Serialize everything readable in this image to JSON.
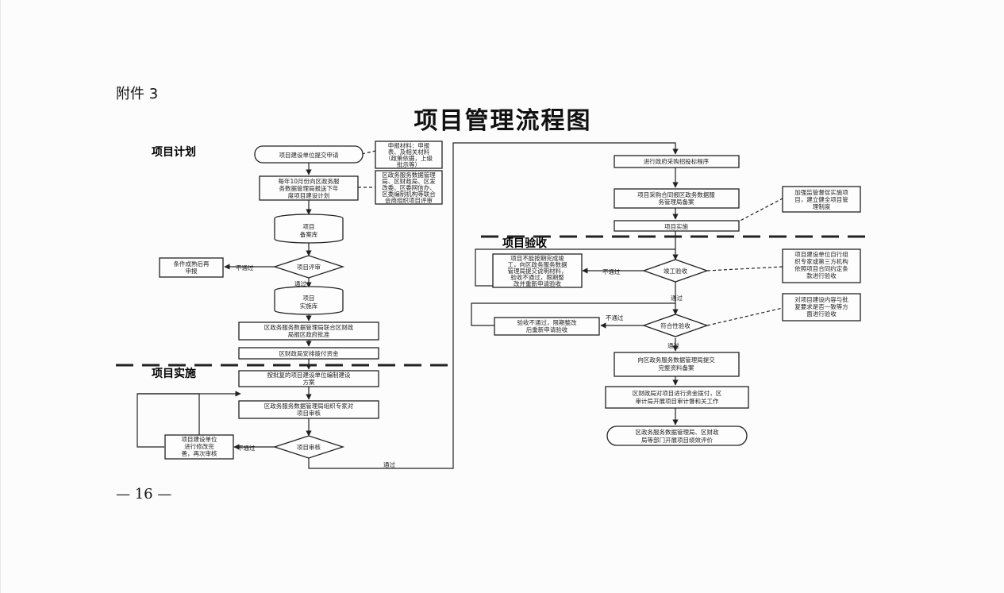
{
  "annex": "附件 3",
  "title": "项目管理流程图",
  "page_number": "— 16 —",
  "sections": {
    "plan": "项目计划",
    "implement": "项目实施",
    "accept": "项目验收"
  },
  "nodes": {
    "apply": "项目建设单位提交申请",
    "annual_plan": [
      "每年10月份向区政务服",
      "务数据管理局报送下年",
      "度项目建设计划"
    ],
    "reserve_db": [
      "项目",
      "备案库"
    ],
    "review": "项目评审",
    "later_submit": [
      "条件成熟后再",
      "申报"
    ],
    "impl_db": [
      "项目",
      "实施库"
    ],
    "joint_report": [
      "区政务服务数据管理局联合区财政",
      "局报区政府批准"
    ],
    "fund": "区财政局安排拨付资金",
    "compile_plan": [
      "按批复的项目建设单位编制建设",
      "方案"
    ],
    "expert_review": [
      "区政务服务数据管理局组织专家对",
      "项目审核"
    ],
    "audit": "项目审核",
    "revise": [
      "项目建设单位",
      "进行修改完",
      "善，再次审核"
    ],
    "procurement": "进行政府采购招投标程序",
    "record": [
      "项目采购合同报区政务数据服",
      "务管理局备案"
    ],
    "implement": "项目实施",
    "completion": "竣工验收",
    "rectify": [
      "项目不能按期完成竣",
      "工，向区政务服务数据",
      "管理局提交说明材料，",
      "验收不通过，限期整",
      "改并重新申请验收"
    ],
    "check_accept": "符合性验收",
    "retry": [
      "验收不通过，限期整改",
      "后重新申请验收"
    ],
    "archive": [
      "向区政务服务数据管理局提交",
      "完整资料备案"
    ],
    "audit_final": [
      "区财政局对项目进行资金拨付，区",
      "审计局开展项目审计督和关工作"
    ],
    "evaluate": [
      "区政务服务数据管理局、区财政",
      "局等部门开展项目绩效评价"
    ]
  },
  "notes": {
    "materials": [
      "申报材料：申报",
      "表、及相关材料",
      "（政策依据，上级",
      "批示等）"
    ],
    "organize": [
      "区政务服务数据管理",
      "局、区财政局、区发",
      "改委、区委网信办、",
      "区委编制机构等联合",
      "会商组织项目评审"
    ],
    "supervise": [
      "加强监管督促实施项",
      "目，建立健全项目管",
      "理制度"
    ],
    "third_party": [
      "项目建设单位自行组",
      "织专家或第三方机构",
      "依照项目合同约定条",
      "款进行验收"
    ],
    "consistency": [
      "对项目建设内容与批",
      "复要求是否一致等方",
      "面进行验收"
    ]
  },
  "edge_labels": {
    "fail": "不通过",
    "pass": "通过"
  }
}
